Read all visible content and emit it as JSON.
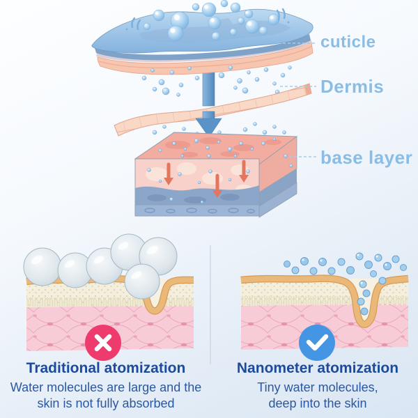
{
  "page": {
    "background_top_color": "#fdfeff",
    "background_bottom_color": "#d9e6f3"
  },
  "skin_diagram": {
    "labels": [
      {
        "text": "cuticle"
      },
      {
        "text": "Dermis"
      },
      {
        "text": "base layer"
      }
    ],
    "label_color": "#8abde6",
    "leader_line_color": "#a5cdea"
  },
  "comparison": {
    "divider_color": "#c2ccd8",
    "left": {
      "title": "Traditional atomization",
      "description_line1": "Water molecules are large and the",
      "description_line2": "skin is not fully absorbed",
      "badge": {
        "type": "cross",
        "color": "#ee3b6e"
      }
    },
    "right": {
      "title": "Nanometer atomization",
      "description_line1": "Tiny water molecules,",
      "description_line2": "deep into the skin",
      "badge": {
        "type": "check",
        "color": "#4495e4"
      }
    },
    "title_color": "#1b4a9e",
    "text_color": "#2b57a0"
  }
}
